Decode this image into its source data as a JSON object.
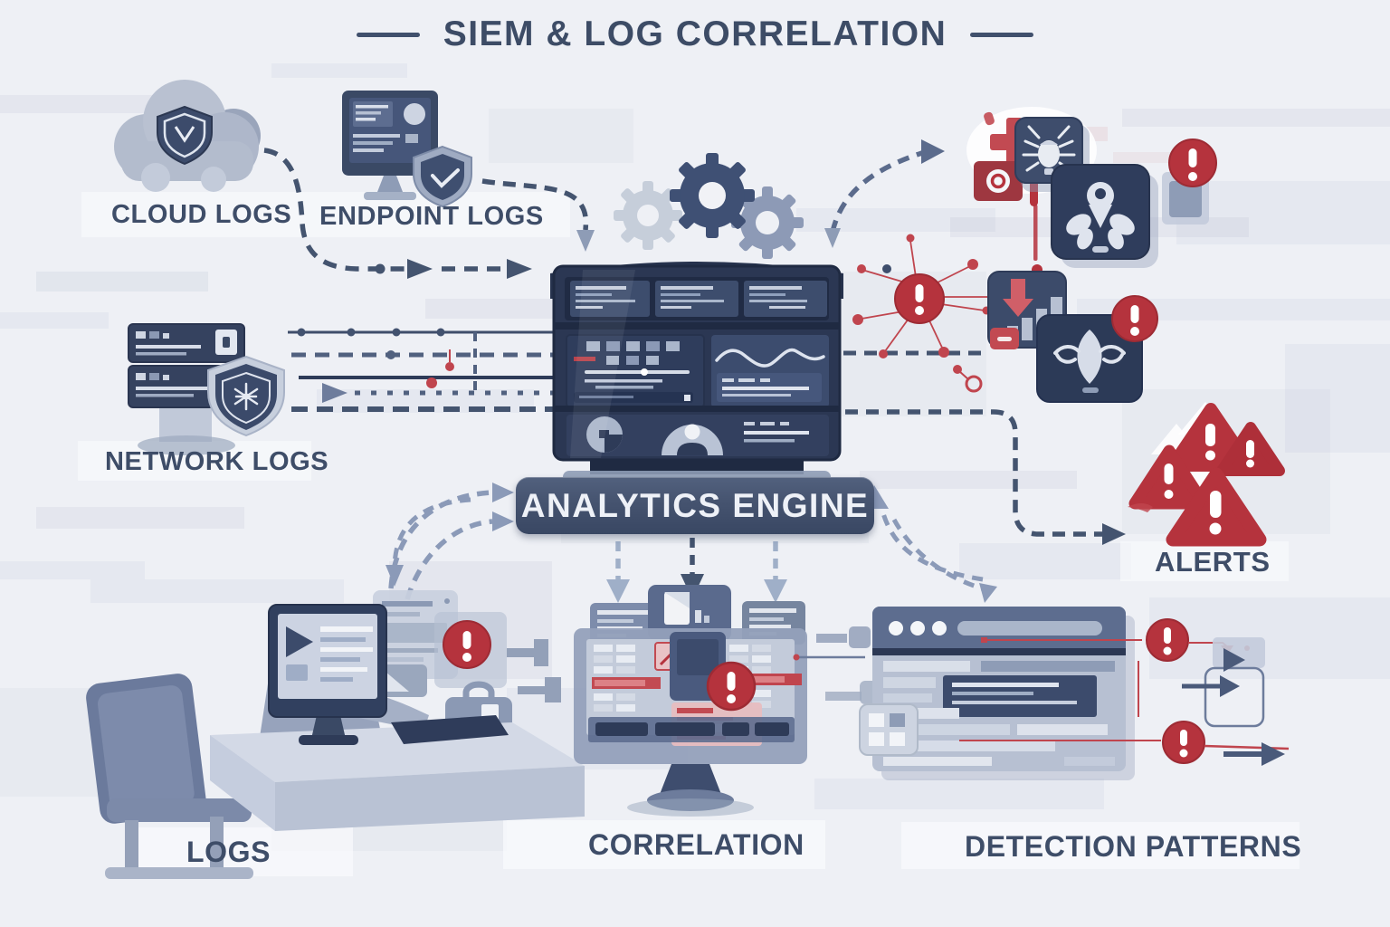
{
  "title": "SIEM & LOG CORRELATION",
  "nodes": {
    "cloud_logs": {
      "label": "CLOUD LOGS",
      "icon": "cloud-shield-icon"
    },
    "endpoint_logs": {
      "label": "ENDPOINT LOGS",
      "icon": "monitor-shield-icon"
    },
    "network_logs": {
      "label": "NETWORK LOGS",
      "icon": "server-shield-icon"
    },
    "analytics_engine": {
      "label": "ANALYTICS ENGINE",
      "icon": "console-gears-icon"
    },
    "alerts": {
      "label": "ALERTS",
      "icon": "warning-triangles-icon"
    },
    "logs": {
      "label": "LOGS",
      "icon": "analyst-workstation-icon"
    },
    "correlation": {
      "label": "CORRELATION",
      "icon": "correlation-monitor-icon"
    },
    "detection_patterns": {
      "label": "DETECTION PATTERNS",
      "icon": "log-browser-icon"
    }
  },
  "colors": {
    "background": "#eef0f5",
    "navy": "#2e3b58",
    "slate_text": "#3e4d68",
    "banner": "#45536f",
    "alert_red": "#b5333d"
  }
}
